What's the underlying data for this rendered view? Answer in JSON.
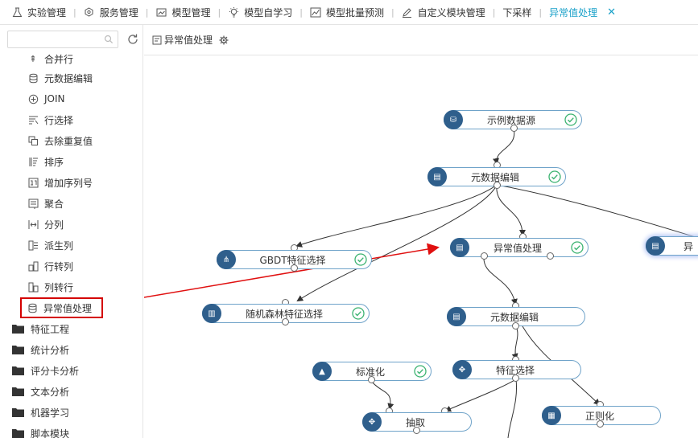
{
  "tabs": [
    {
      "label": "实验管理",
      "icon": "flask-icon"
    },
    {
      "label": "服务管理",
      "icon": "service-icon"
    },
    {
      "label": "模型管理",
      "icon": "model-icon"
    },
    {
      "label": "模型自学习",
      "icon": "bulb-icon"
    },
    {
      "label": "模型批量预测",
      "icon": "chart-line-icon"
    },
    {
      "label": "自定义模块管理",
      "icon": "pen-icon"
    },
    {
      "label": "下采样",
      "icon": ""
    },
    {
      "label": "异常值处理",
      "icon": "",
      "active": true
    }
  ],
  "sidebar": {
    "search_placeholder": "",
    "items": [
      {
        "label": "合并行",
        "icon": "merge-rows-icon"
      },
      {
        "label": "元数据编辑",
        "icon": "database-icon"
      },
      {
        "label": "JOIN",
        "icon": "join-icon"
      },
      {
        "label": "行选择",
        "icon": "row-select-icon"
      },
      {
        "label": "去除重复值",
        "icon": "dedupe-icon"
      },
      {
        "label": "排序",
        "icon": "sort-icon"
      },
      {
        "label": "增加序列号",
        "icon": "serial-icon"
      },
      {
        "label": "聚合",
        "icon": "aggregate-icon"
      },
      {
        "label": "分列",
        "icon": "split-column-icon"
      },
      {
        "label": "派生列",
        "icon": "derived-column-icon"
      },
      {
        "label": "行转列",
        "icon": "row-to-column-icon"
      },
      {
        "label": "列转行",
        "icon": "column-to-row-icon"
      },
      {
        "label": "异常值处理",
        "icon": "database-icon"
      }
    ],
    "folders": [
      "特征工程",
      "统计分析",
      "评分卡分析",
      "文本分析",
      "机器学习",
      "脚本模块"
    ]
  },
  "canvas": {
    "title": "异常值处理",
    "nodes": [
      {
        "label": "示例数据源",
        "icon": "datasource-icon",
        "status": "ok"
      },
      {
        "label": "元数据编辑",
        "icon": "database-icon",
        "status": "ok"
      },
      {
        "label": "GBDT特征选择",
        "icon": "tree-icon",
        "status": "ok"
      },
      {
        "label": "异常值处理",
        "icon": "database-icon",
        "status": "ok"
      },
      {
        "label": "异",
        "icon": "database-icon",
        "status": ""
      },
      {
        "label": "随机森林特征选择",
        "icon": "forest-icon",
        "status": "ok"
      },
      {
        "label": "元数据编辑",
        "icon": "database-icon",
        "status": ""
      },
      {
        "label": "标准化",
        "icon": "normalize-icon",
        "status": "ok"
      },
      {
        "label": "特征选择",
        "icon": "feature-select-icon",
        "status": ""
      },
      {
        "label": "正则化",
        "icon": "regularize-icon",
        "status": ""
      },
      {
        "label": "抽取",
        "icon": "extract-icon",
        "status": ""
      }
    ]
  },
  "colors": {
    "accent": "#1aa1c9",
    "node_border": "#6fa3c9",
    "node_icon_bg": "#2f5f8c",
    "ok_green": "#3cb371",
    "highlight_red": "#d40000"
  }
}
